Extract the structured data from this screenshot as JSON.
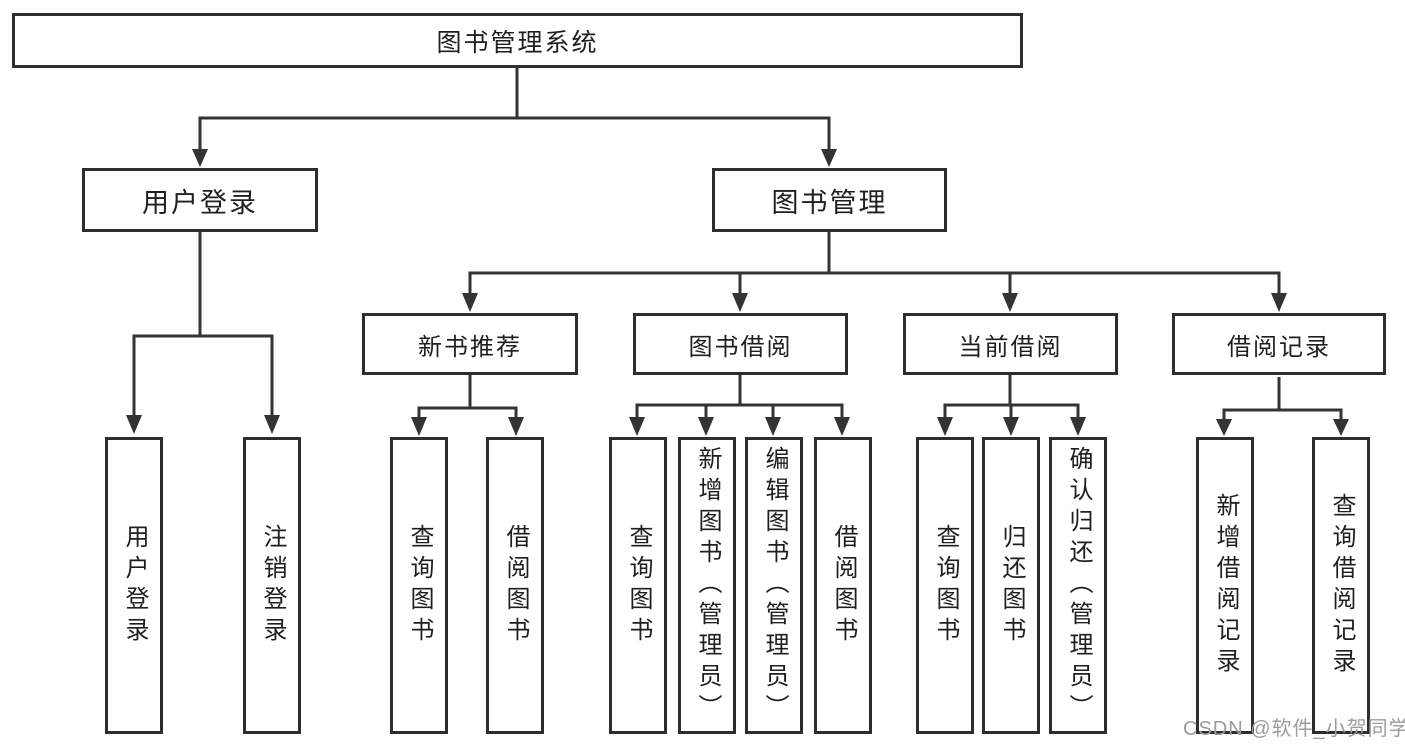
{
  "tree": {
    "root": "图书管理系统",
    "branches": [
      {
        "label": "用户登录",
        "children": [
          {
            "label": "用户登录"
          },
          {
            "label": "注销登录"
          }
        ]
      },
      {
        "label": "图书管理",
        "children": [
          {
            "label": "新书推荐",
            "children": [
              {
                "label": "查询图书"
              },
              {
                "label": "借阅图书"
              }
            ]
          },
          {
            "label": "图书借阅",
            "children": [
              {
                "label": "查询图书"
              },
              {
                "label": "新增图书（管理员）"
              },
              {
                "label": "编辑图书（管理员）"
              },
              {
                "label": "借阅图书"
              }
            ]
          },
          {
            "label": "当前借阅",
            "children": [
              {
                "label": "查询图书"
              },
              {
                "label": "归还图书"
              },
              {
                "label": "确认归还（管理员）"
              }
            ]
          },
          {
            "label": "借阅记录",
            "children": [
              {
                "label": "新增借阅记录"
              },
              {
                "label": "查询借阅记录"
              }
            ]
          }
        ]
      }
    ]
  },
  "watermark": {
    "text": "CSDN @软件_小贺同学",
    "color": "#9c9c9c"
  },
  "colors": {
    "line": "#333333",
    "box_border": "#2e2e2e",
    "text": "#1f1f1f",
    "background": "#ffffff"
  }
}
